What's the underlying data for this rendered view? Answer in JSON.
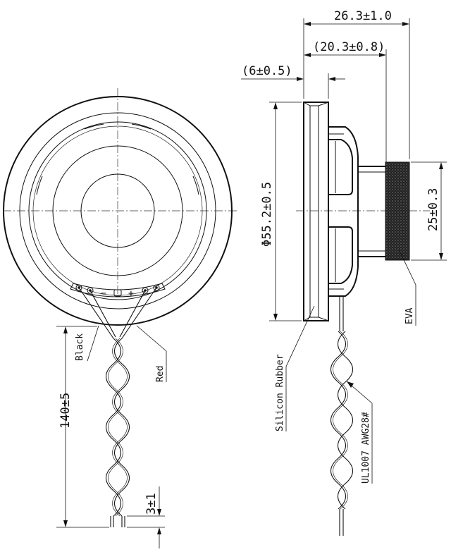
{
  "dimensions": {
    "total_depth": "26.3±1.0",
    "magnet_depth": "(20.3±0.8)",
    "frame_depth": "(6±0.5)",
    "diameter": "Φ55.2±0.5",
    "eva_height": "25±0.3",
    "lead_length": "140±5",
    "strip_length": "3±1"
  },
  "labels": {
    "black_wire": "Black",
    "red_wire": "Red",
    "silicon_rubber": "Silicon  Rubber",
    "eva": "EVA",
    "wire_spec": "UL1007 AWG28#",
    "terminal_minus": "−",
    "terminal_plus": "+"
  }
}
